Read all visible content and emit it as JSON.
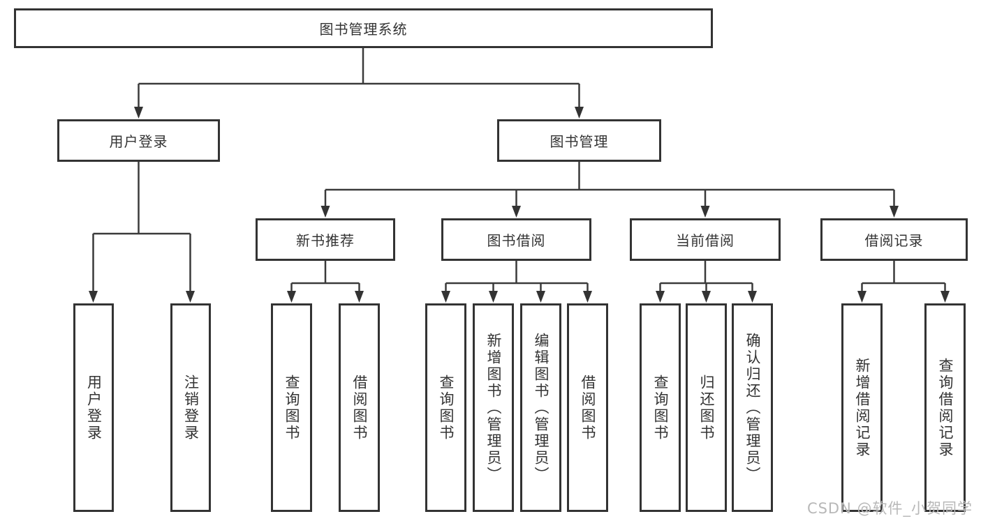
{
  "diagram": {
    "root": {
      "label": "图书管理系统"
    },
    "level2": [
      {
        "id": "user-login",
        "label": "用户登录"
      },
      {
        "id": "book-management",
        "label": "图书管理"
      }
    ],
    "level3": [
      {
        "id": "new-book-recommend",
        "label": "新书推荐",
        "parent": "图书管理"
      },
      {
        "id": "book-borrow",
        "label": "图书借阅",
        "parent": "图书管理"
      },
      {
        "id": "current-borrow",
        "label": "当前借阅",
        "parent": "图书管理"
      },
      {
        "id": "borrow-record",
        "label": "借阅记录",
        "parent": "图书管理"
      }
    ],
    "leaves": [
      {
        "label": "用户登录",
        "parent": "用户登录"
      },
      {
        "label": "注销登录",
        "parent": "用户登录"
      },
      {
        "label": "查询图书",
        "parent": "新书推荐"
      },
      {
        "label": "借阅图书",
        "parent": "新书推荐"
      },
      {
        "label": "查询图书",
        "parent": "图书借阅"
      },
      {
        "label": "新增图书（管理员）",
        "parent": "图书借阅"
      },
      {
        "label": "编辑图书（管理员）",
        "parent": "图书借阅"
      },
      {
        "label": "借阅图书",
        "parent": "图书借阅"
      },
      {
        "label": "查询图书",
        "parent": "当前借阅"
      },
      {
        "label": "归还图书",
        "parent": "当前借阅"
      },
      {
        "label": "确认归还（管理员）",
        "parent": "当前借阅"
      },
      {
        "label": "新增借阅记录",
        "parent": "借阅记录"
      },
      {
        "label": "查询借阅记录",
        "parent": "借阅记录"
      }
    ]
  },
  "watermark": {
    "text": "CSDN @软件_小贺同学"
  },
  "colors": {
    "line": "#3a3a3a",
    "border": "#333333",
    "text": "#333333",
    "watermark": "#b8b8b8",
    "background": "#ffffff"
  }
}
